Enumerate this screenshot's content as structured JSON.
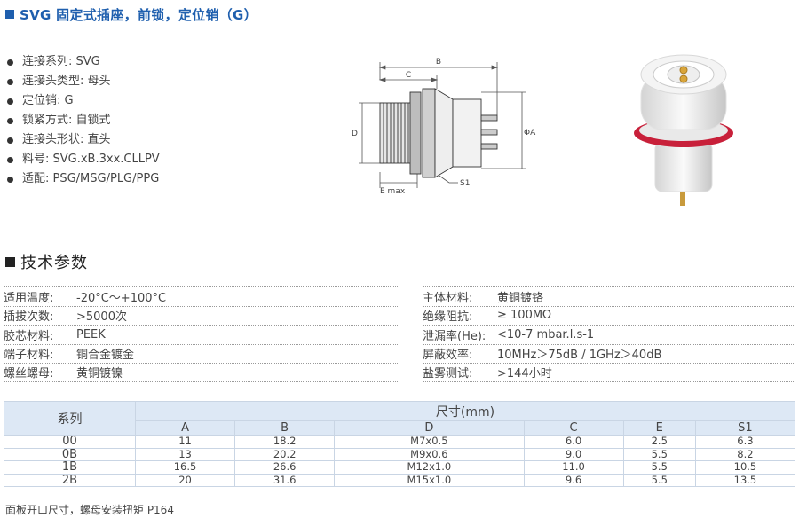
{
  "header": {
    "title": "SVG 固定式插座，前锁，定位销（G）"
  },
  "features": [
    "连接系列: SVG",
    "连接头类型: 母头",
    "定位销: G",
    "锁紧方式: 自锁式",
    "连接头形状: 直头",
    "料号: SVG.xB.3xx.CLLPV",
    "适配: PSG/MSG/PLG/PPG"
  ],
  "diagram": {
    "label_b": "B",
    "label_c": "C",
    "label_d": "D",
    "label_a": "ΦA",
    "label_e": "E max",
    "label_s1": "S1"
  },
  "section": {
    "title": "技术参数"
  },
  "specs_left": [
    {
      "label": "适用温度:",
      "value": "-20°C～+100°C"
    },
    {
      "label": "插拔次数:",
      "value": ">5000次"
    },
    {
      "label": "胶芯材料:",
      "value": "PEEK"
    },
    {
      "label": "端子材料:",
      "value": "铜合金镀金"
    },
    {
      "label": "螺丝螺母:",
      "value": "黄铜镀镍"
    }
  ],
  "specs_right": [
    {
      "label": "主体材料:",
      "value": "黄铜镀铬"
    },
    {
      "label": "绝缘阻抗:",
      "value": "≥ 100MΩ"
    },
    {
      "label": "泄漏率(He):",
      "value": "<10-7 mbar.l.s-1"
    },
    {
      "label": "屏蔽效率:",
      "value": "10MHz＞75dB / 1GHz＞40dB"
    },
    {
      "label": "盐雾测试:",
      "value": ">144小时"
    }
  ],
  "table": {
    "series_header": "系列",
    "dims_header": "尺寸(mm)",
    "columns": [
      "A",
      "B",
      "D",
      "C",
      "E",
      "S1"
    ],
    "rows": [
      [
        "00",
        "11",
        "18.2",
        "M7x0.5",
        "6.0",
        "2.5",
        "6.3"
      ],
      [
        "0B",
        "13",
        "20.2",
        "M9x0.6",
        "9.0",
        "5.5",
        "8.2"
      ],
      [
        "1B",
        "16.5",
        "26.6",
        "M12x1.0",
        "11.0",
        "5.5",
        "10.5"
      ],
      [
        "2B",
        "20",
        "31.6",
        "M15x1.0",
        "9.6",
        "5.5",
        "13.5"
      ]
    ]
  },
  "footer": {
    "note": "面板开口尺寸，螺母安装扭矩 P164"
  },
  "colors": {
    "title": "#1f5fae",
    "table_header": "#dde8f5",
    "table_border": "#c9d5e4",
    "ring": "#c8203a"
  }
}
